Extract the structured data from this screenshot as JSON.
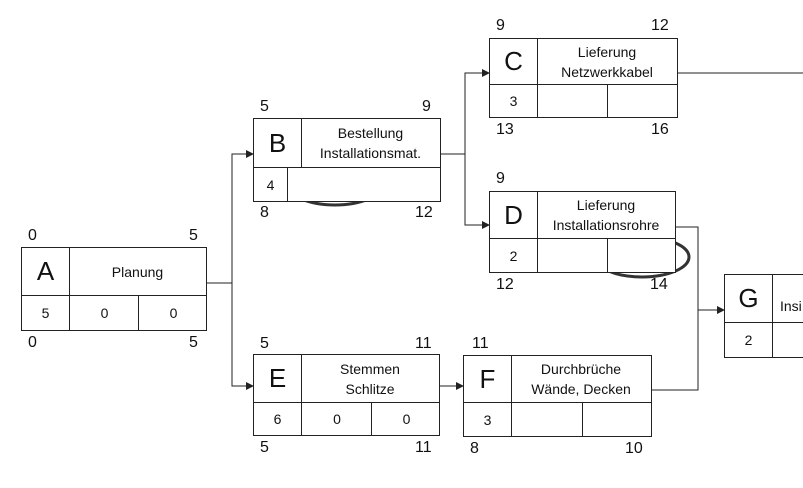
{
  "nodes": {
    "A": {
      "letter": "A",
      "title1": "Planung",
      "title2": "",
      "duration": "5",
      "cell2": "0",
      "cell3": "0",
      "es": "0",
      "ef": "5",
      "ls": "0",
      "lf": "5"
    },
    "B": {
      "letter": "B",
      "title1": "Bestellung",
      "title2": "Installationsmat.",
      "duration": "4",
      "cell2": "",
      "cell3": "",
      "es": "5",
      "ef": "9",
      "ls": "8",
      "lf": "12"
    },
    "C": {
      "letter": "C",
      "title1": "Lieferung",
      "title2": "Netzwerkkabel",
      "duration": "3",
      "cell2": "",
      "cell3": "",
      "es": "9",
      "ef": "12",
      "ls": "13",
      "lf": "16"
    },
    "D": {
      "letter": "D",
      "title1": "Lieferung",
      "title2": "Installationsrohre",
      "duration": "2",
      "cell2": "",
      "cell3": "",
      "es": "9",
      "ef": "",
      "ls": "12",
      "lf": "14"
    },
    "E": {
      "letter": "E",
      "title1": "Stemmen",
      "title2": "Schlitze",
      "duration": "6",
      "cell2": "0",
      "cell3": "0",
      "es": "5",
      "ef": "11",
      "ls": "5",
      "lf": "11"
    },
    "F": {
      "letter": "F",
      "title1": "Durchbrüche",
      "title2": "Wände, Decken",
      "duration": "3",
      "cell2": "",
      "cell3": "",
      "es": "11",
      "ef": "",
      "ls": "8",
      "lf": "10"
    },
    "G": {
      "letter": "G",
      "title1": "Insi",
      "title2": "",
      "duration": "2",
      "cell2": "",
      "cell3": "",
      "es": "",
      "ef": "",
      "ls": "",
      "lf": ""
    }
  },
  "colors": {
    "line": "#222222",
    "ellipse": "#333333"
  }
}
